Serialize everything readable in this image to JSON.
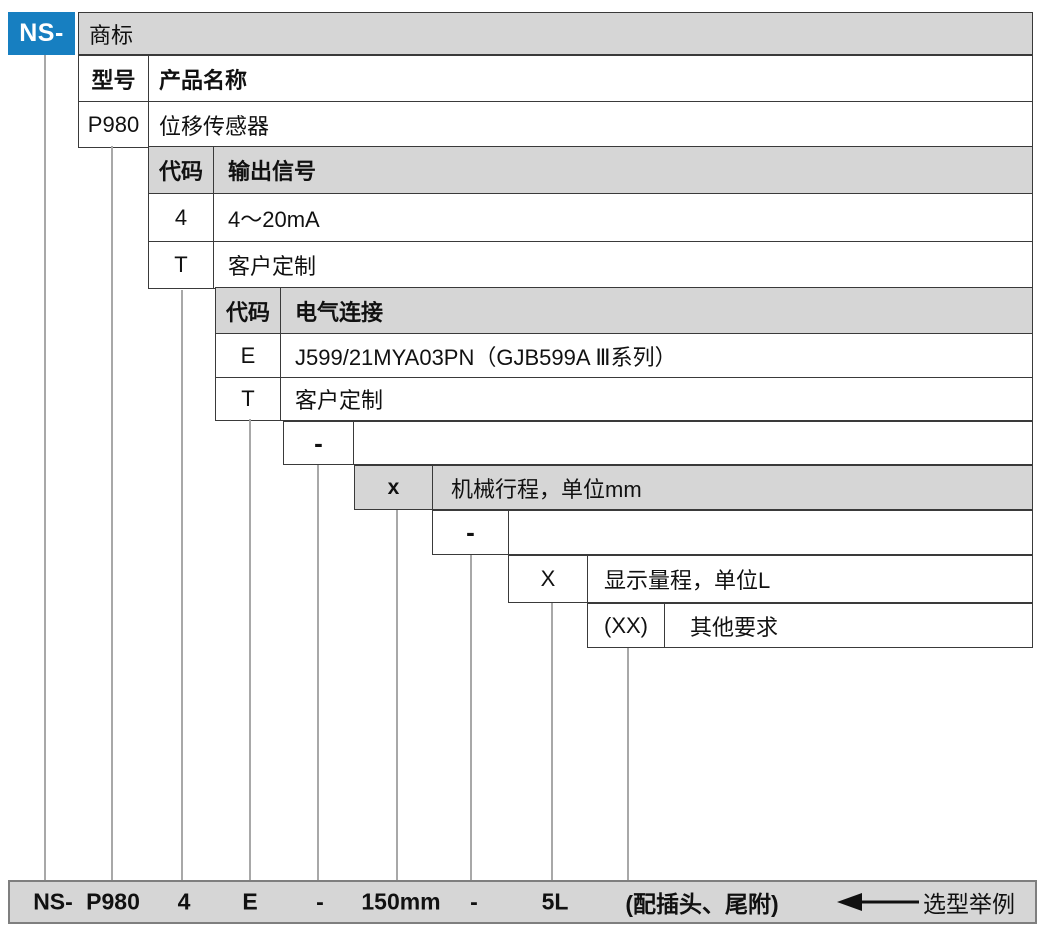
{
  "brand": {
    "code": "NS-",
    "trademark_label": "商标"
  },
  "model_table": {
    "header": {
      "code": "型号",
      "name": "产品名称"
    },
    "rows": [
      {
        "code": "P980",
        "name": "位移传感器"
      }
    ]
  },
  "signal_table": {
    "header": {
      "code": "代码",
      "name": "输出信号"
    },
    "rows": [
      {
        "code": "4",
        "name": "4～20mA"
      },
      {
        "code": "T",
        "name": "客户定制"
      }
    ]
  },
  "connection_table": {
    "header": {
      "code": "代码",
      "name": "电气连接"
    },
    "rows": [
      {
        "code": "E",
        "name": "J599/21MYA03PN（GJB599A Ⅲ系列）"
      },
      {
        "code": "T",
        "name": "客户定制"
      }
    ]
  },
  "separator1": {
    "code": "-"
  },
  "stroke_row": {
    "code": "x",
    "name": "机械行程，单位mm"
  },
  "separator2": {
    "code": "-"
  },
  "range_row": {
    "code": "X",
    "name": "显示量程，单位L"
  },
  "other_row": {
    "code": "(XX)",
    "name": "其他要求"
  },
  "example": {
    "parts": [
      "NS-",
      "P980",
      "4",
      "E",
      "-",
      "150mm",
      "-",
      "5L",
      "(配插头、尾附)"
    ],
    "caption": "选型举例"
  },
  "colors": {
    "brand_blue": "#177fc1",
    "cell_gray": "#d6d6d6",
    "table_border": "#3a3a3a",
    "connector_gray": "#a8a8a8",
    "bar_border": "#7f7f7f"
  }
}
